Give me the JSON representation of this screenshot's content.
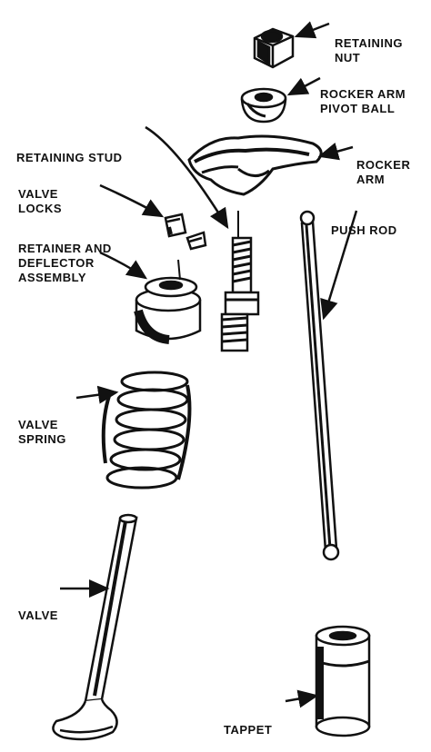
{
  "labels": {
    "retaining_nut": [
      "RETAINING",
      "NUT"
    ],
    "rocker_arm_pivot_ball": [
      "ROCKER ARM",
      "PIVOT BALL"
    ],
    "retaining_stud": [
      "RETAINING STUD"
    ],
    "rocker_arm": [
      "ROCKER",
      "ARM"
    ],
    "valve_locks": [
      "VALVE",
      "LOCKS"
    ],
    "push_rod": [
      "PUSH ROD"
    ],
    "retainer_deflector": [
      "RETAINER AND",
      "DEFLECTOR",
      "ASSEMBLY"
    ],
    "valve_spring": [
      "VALVE",
      "SPRING"
    ],
    "valve": [
      "VALVE"
    ],
    "tappet": [
      "TAPPET"
    ]
  },
  "colors": {
    "ink": "#111111",
    "paper": "#ffffff"
  }
}
